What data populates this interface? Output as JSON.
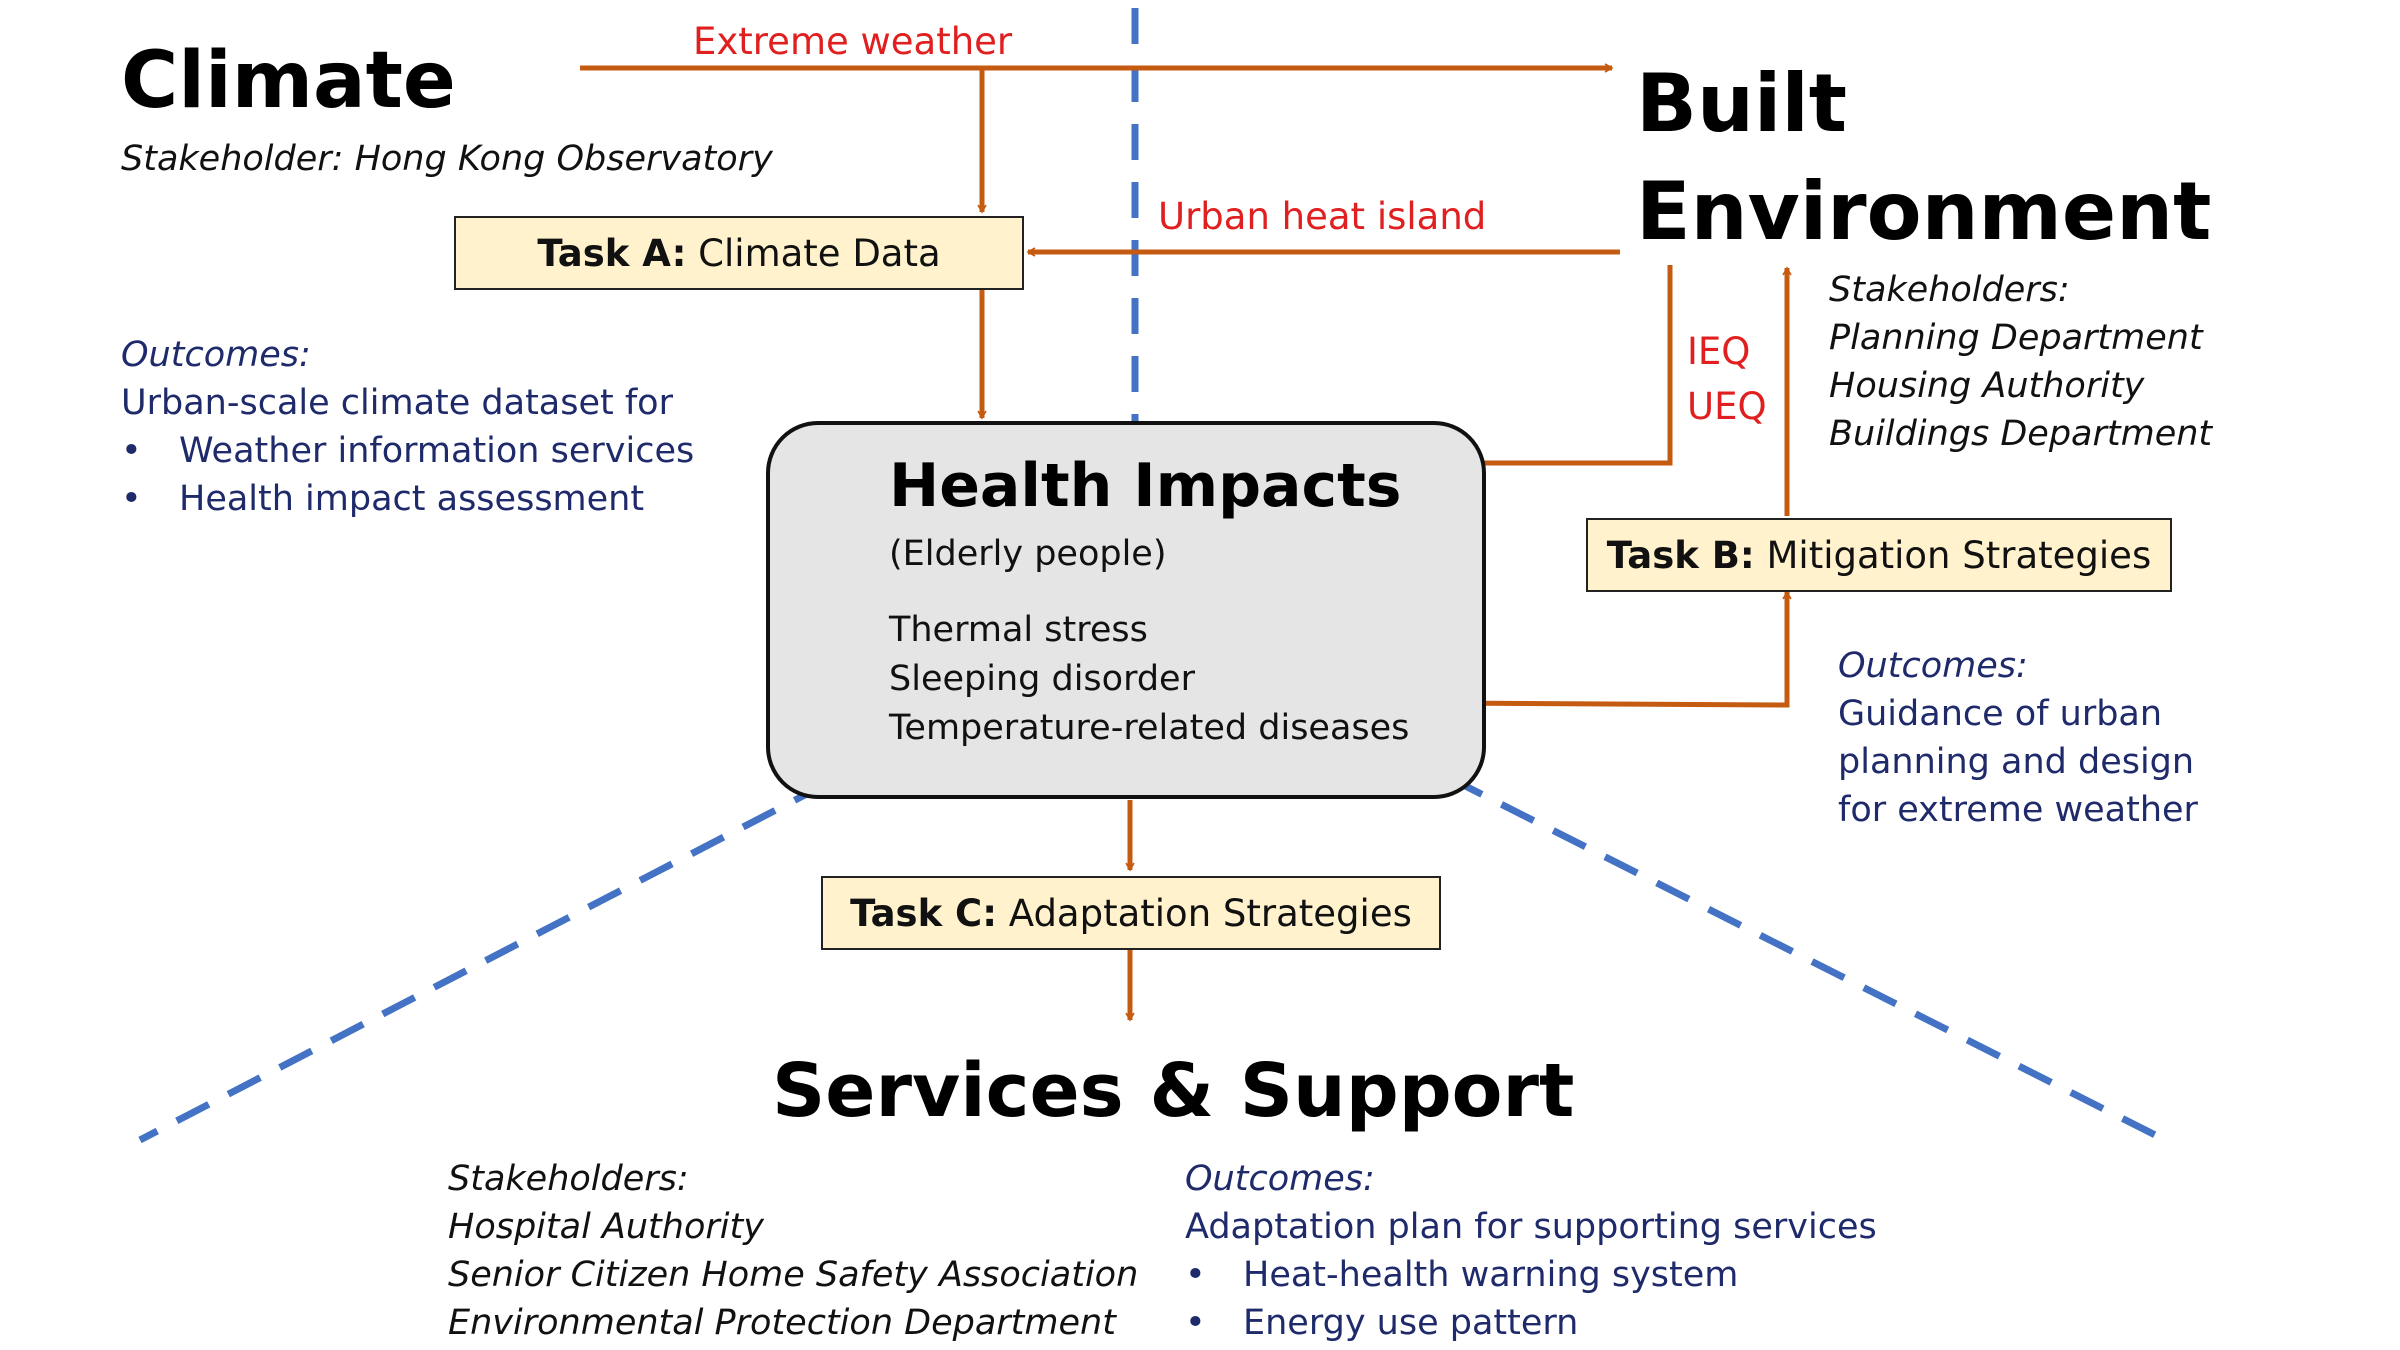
{
  "colors": {
    "arrow": "#c55a11",
    "divider": "#4472c4",
    "red_label": "#e02020",
    "navy_text": "#1f2a6b",
    "task_fill": "#fff2cc",
    "health_fill": "#e5e5e5"
  },
  "climate": {
    "title": "Climate",
    "stakeholder": "Stakeholder: Hong Kong Observatory"
  },
  "built_environment": {
    "title_line1": "Built",
    "title_line2": "Environment",
    "stakeholders_label": "Stakeholders:",
    "stakeholders": [
      "Planning Department",
      "Housing Authority",
      "Buildings Department"
    ]
  },
  "flows": {
    "extreme_weather": "Extreme weather",
    "urban_heat_island": "Urban heat island",
    "ieq": "IEQ",
    "ueq": "UEQ"
  },
  "task_a": {
    "prefix": "Task A:",
    "label": "Climate Data"
  },
  "task_b": {
    "prefix": "Task B:",
    "label": "Mitigation Strategies"
  },
  "task_c": {
    "prefix": "Task C:",
    "label": "Adaptation Strategies"
  },
  "task_a_outcomes": {
    "label": "Outcomes:",
    "intro": "Urban-scale climate dataset for",
    "bullets": [
      "Weather information services",
      "Health impact assessment"
    ]
  },
  "health_impacts": {
    "title": "Health Impacts",
    "subtitle": "(Elderly people)",
    "items": [
      "Thermal stress",
      "Sleeping disorder",
      "Temperature-related diseases"
    ]
  },
  "task_b_outcomes": {
    "label": "Outcomes:",
    "lines": [
      "Guidance of urban",
      "planning and design",
      "for extreme weather"
    ]
  },
  "services": {
    "title": "Services & Support",
    "stakeholders_label": "Stakeholders:",
    "stakeholders": [
      "Hospital Authority",
      "Senior Citizen Home Safety Association",
      "Environmental Protection Department"
    ],
    "outcomes_label": "Outcomes:",
    "outcomes_intro": "Adaptation plan for supporting services",
    "outcomes_bullets": [
      "Heat-health warning system",
      "Energy use pattern"
    ]
  },
  "bullet_char": "•"
}
